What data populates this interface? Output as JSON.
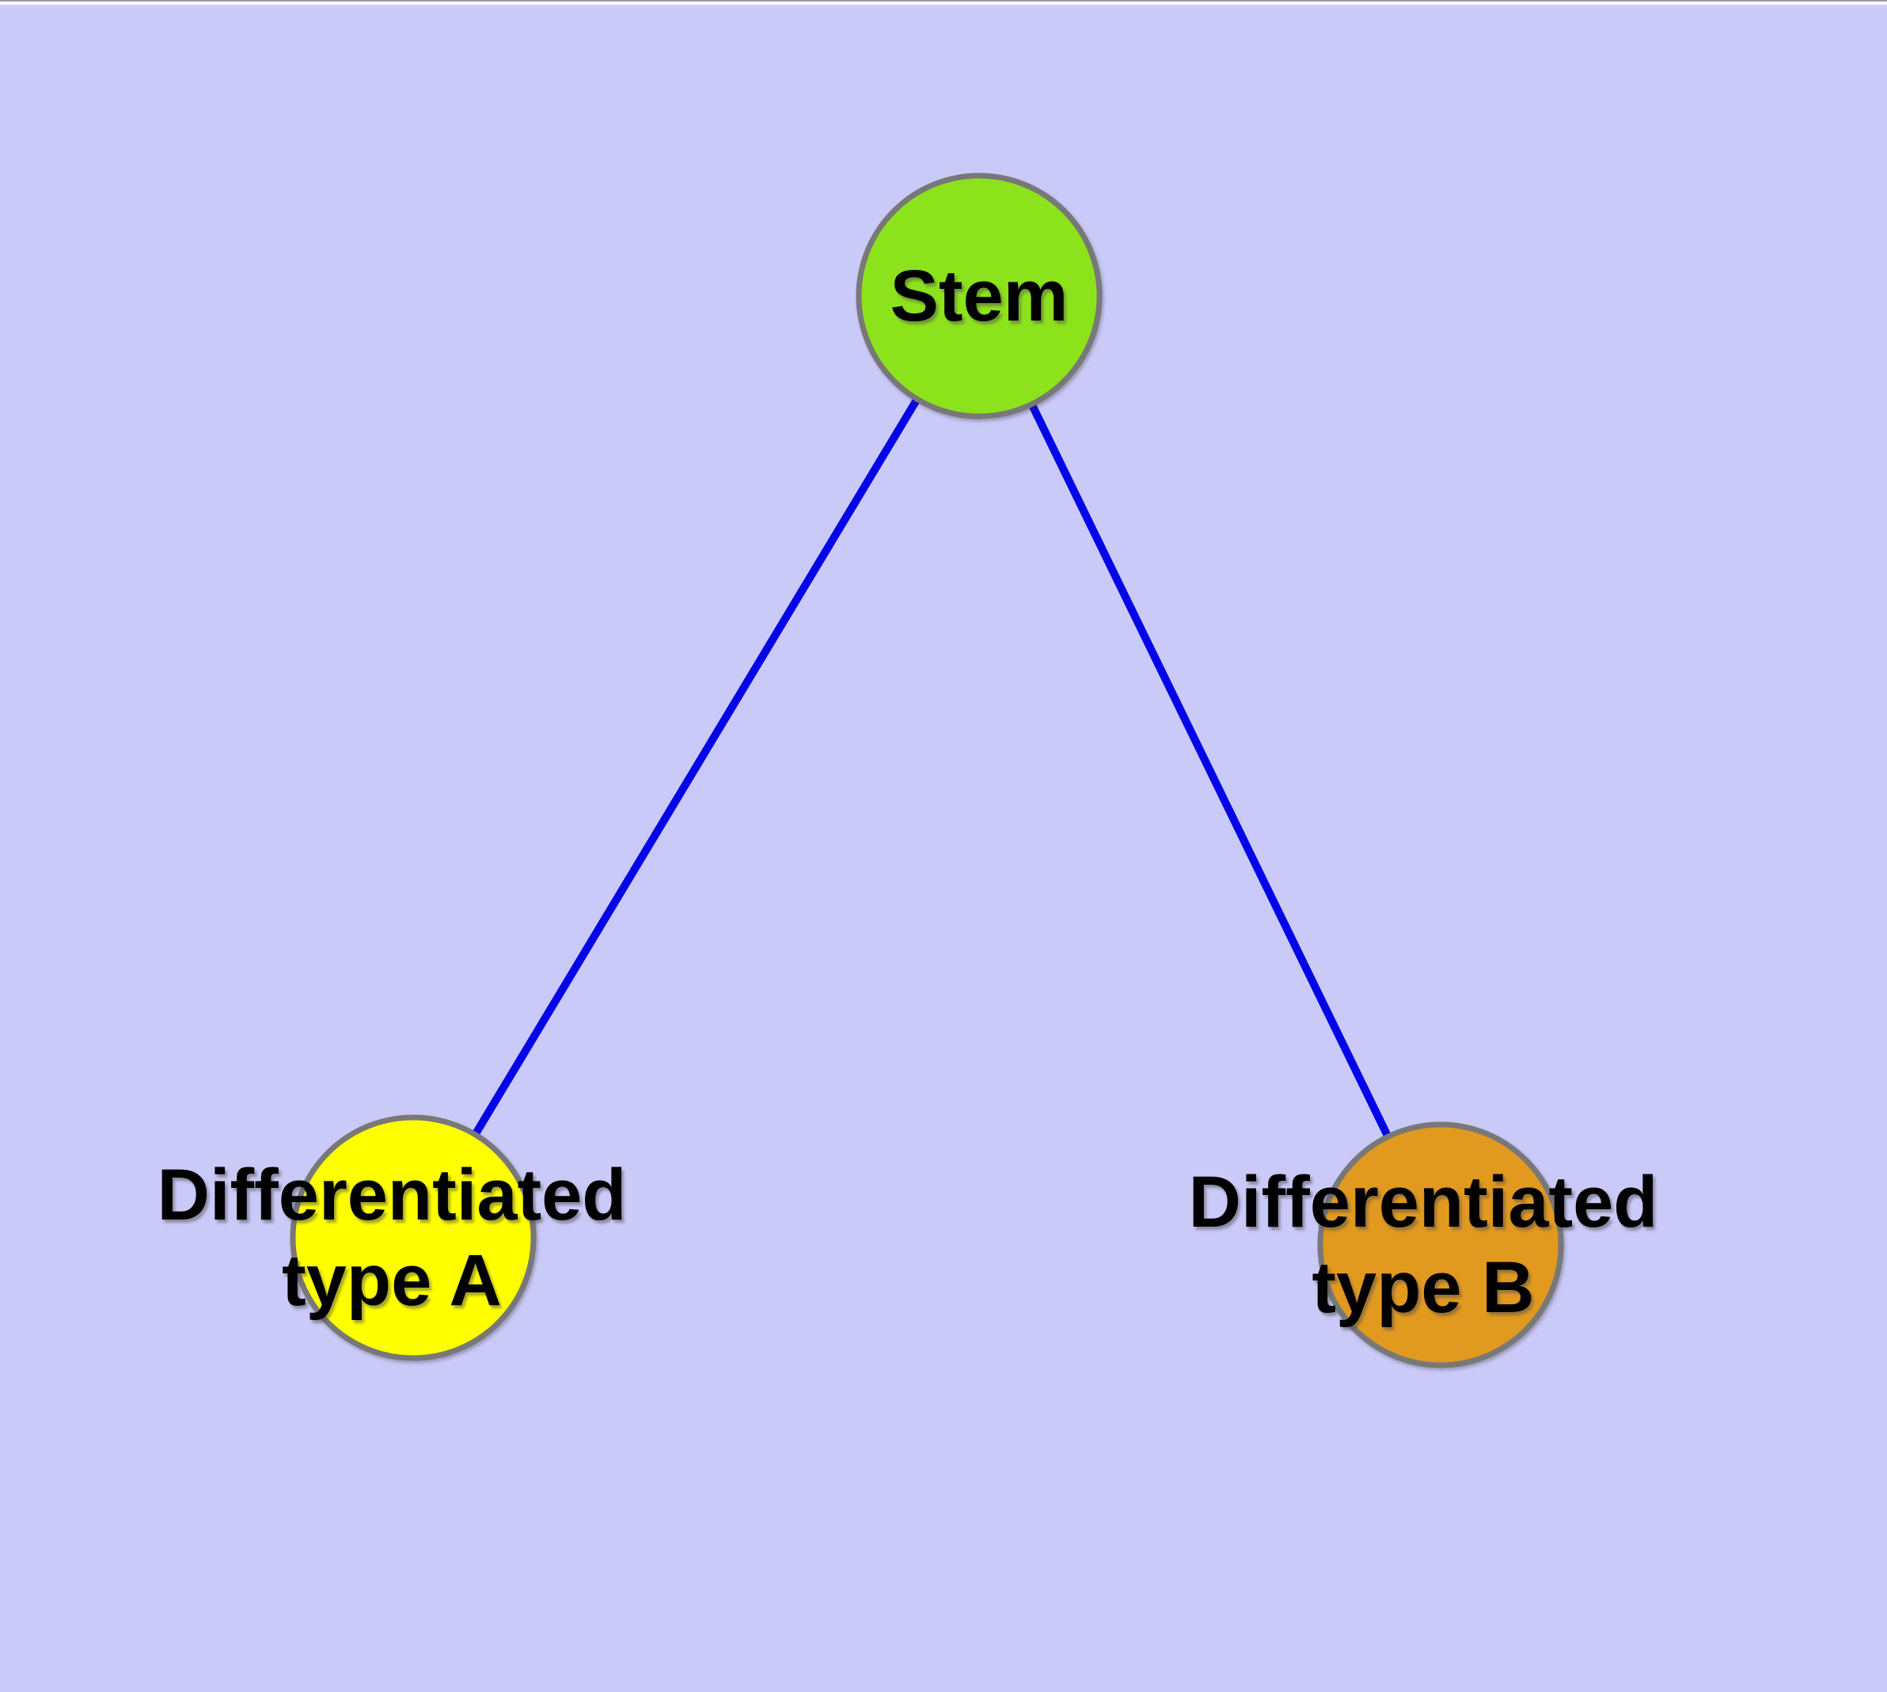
{
  "theme": {
    "background": "#CACAF9",
    "edge": "#0404E8",
    "node_border": "#787878",
    "label": "#000000"
  },
  "graph": {
    "type": "tree-diagram",
    "nodes": [
      {
        "id": "stem",
        "label_lines": [
          "Stem"
        ],
        "fill": "#8DE31B"
      },
      {
        "id": "diff-a",
        "label_lines": [
          "Differentiated",
          "type A"
        ],
        "fill": "#FFFF00"
      },
      {
        "id": "diff-b",
        "label_lines": [
          "Differentiated",
          "type B"
        ],
        "fill": "#E2991F"
      }
    ],
    "edges": [
      {
        "from": "stem",
        "to": "diff-a"
      },
      {
        "from": "stem",
        "to": "diff-b"
      }
    ]
  }
}
